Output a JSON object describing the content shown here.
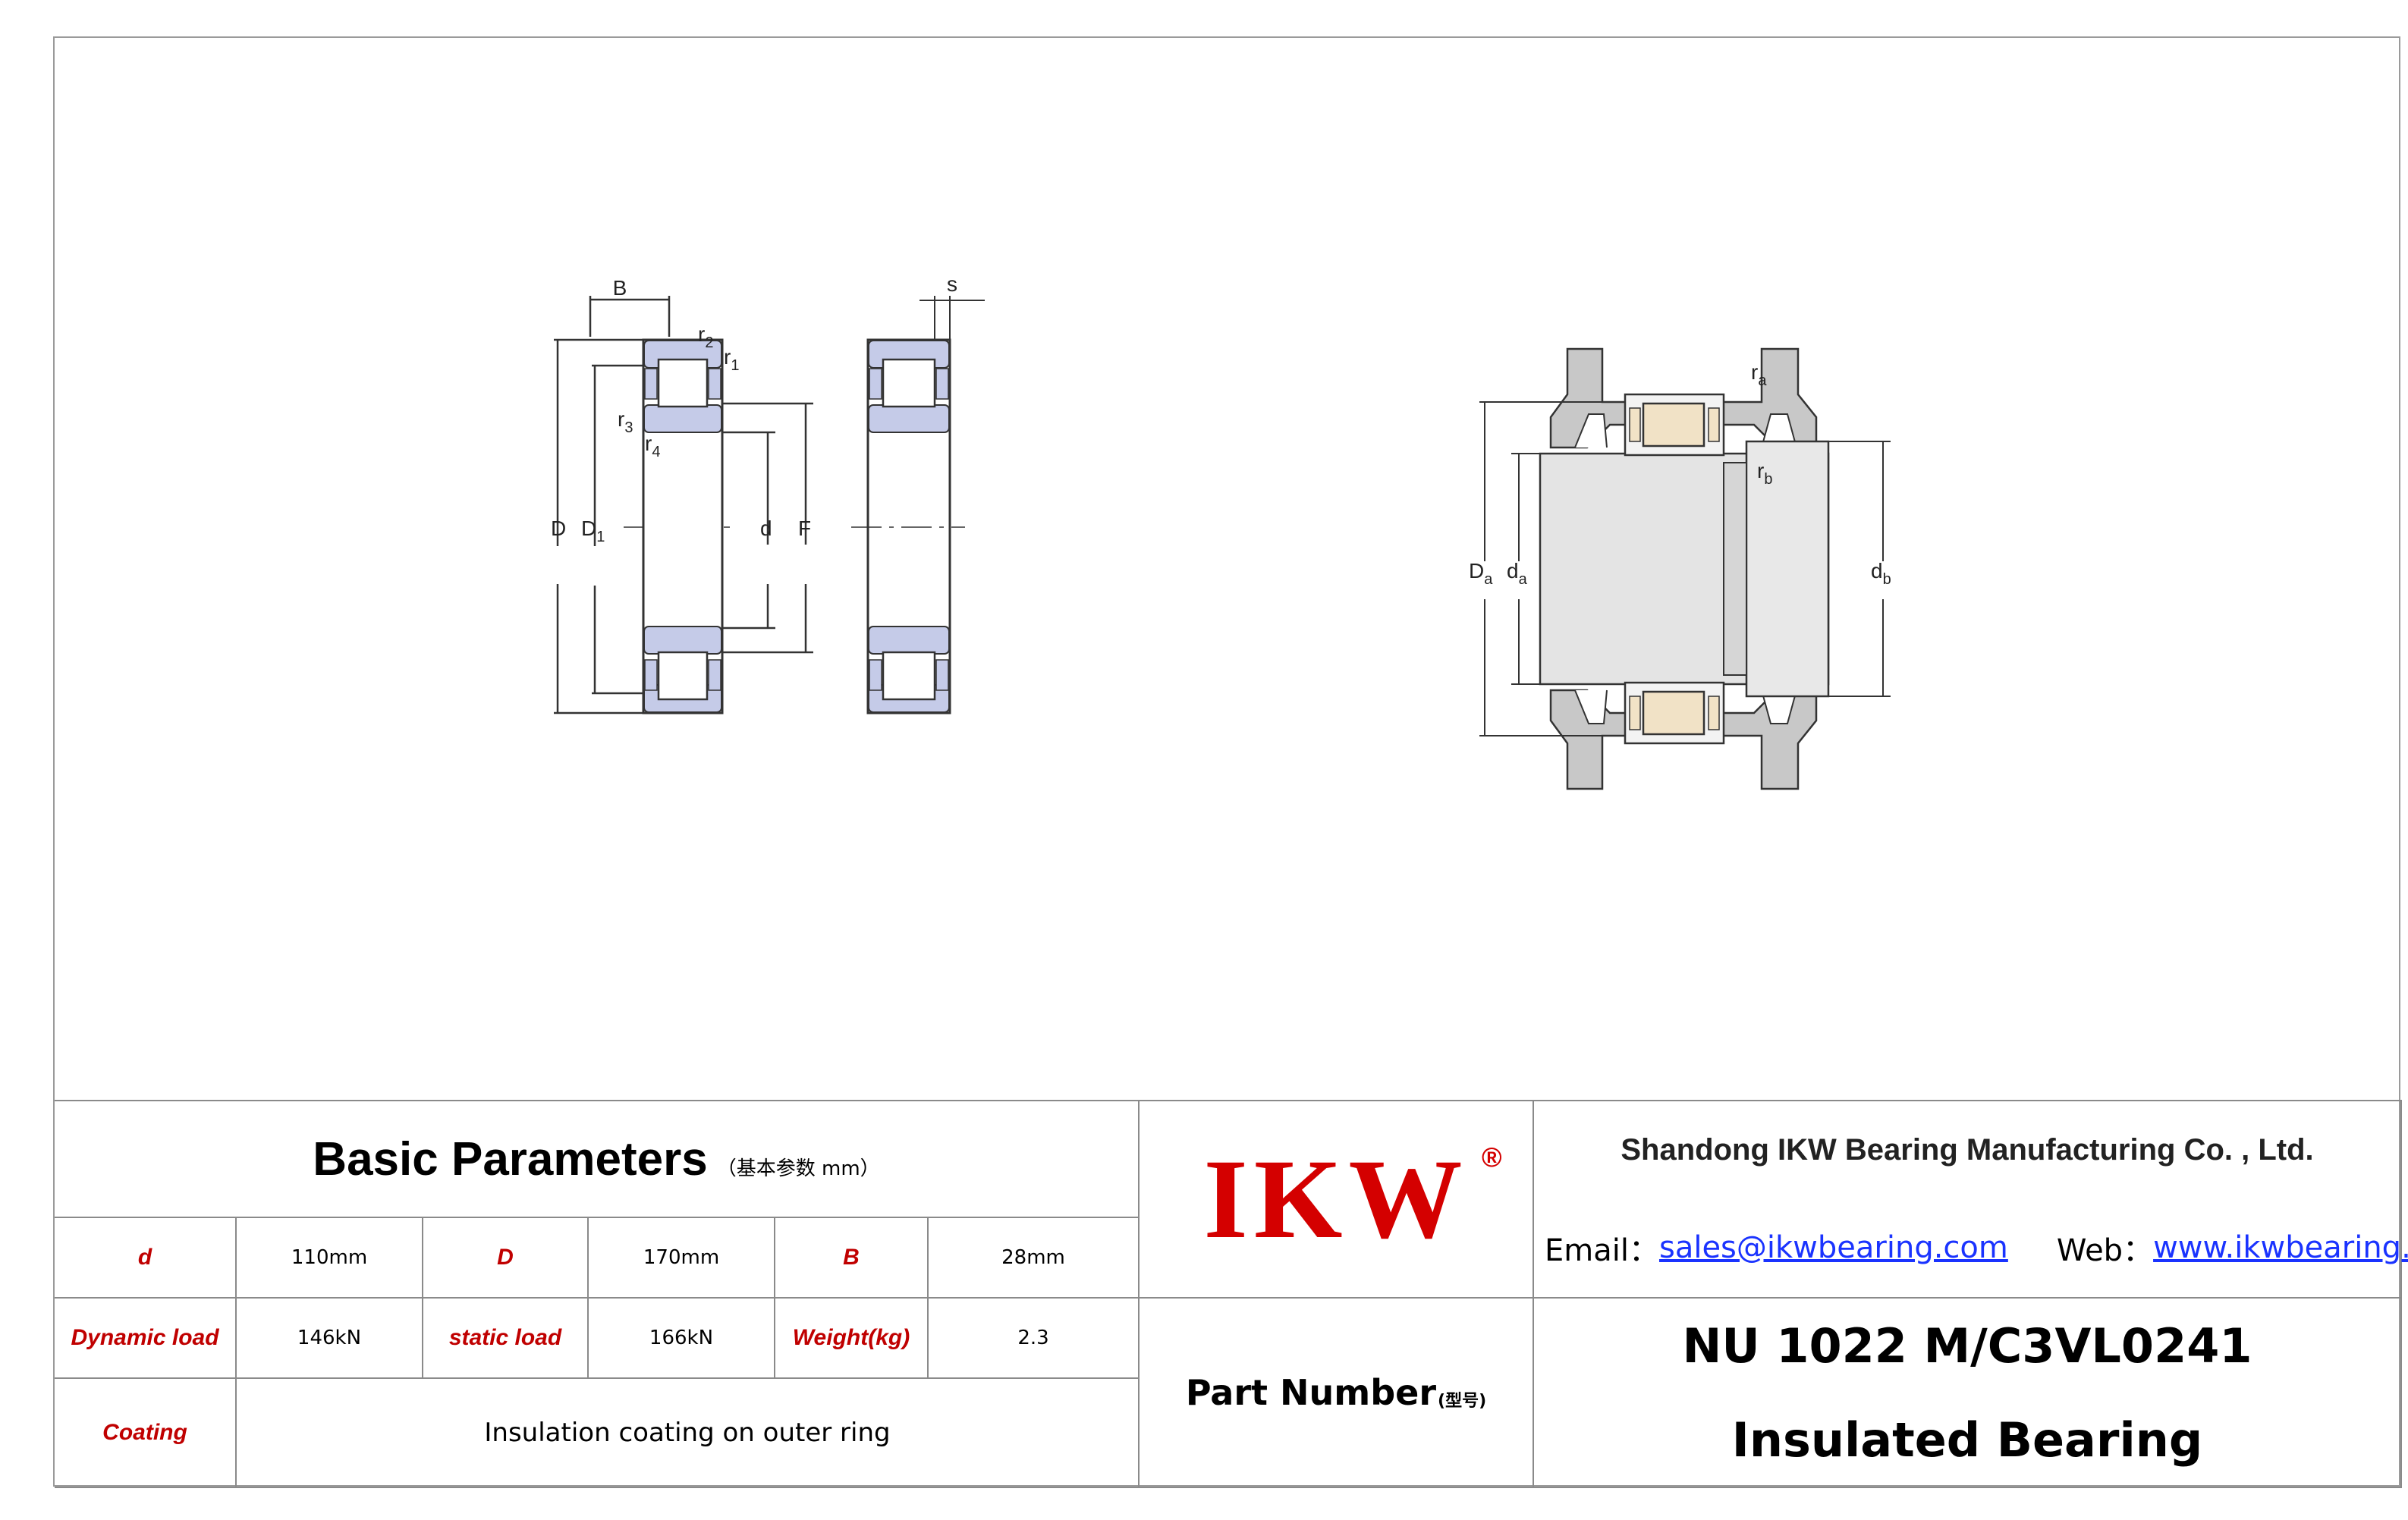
{
  "drawing": {
    "section_labels": {
      "B": "B",
      "r2": "r",
      "r2_sub": "2",
      "r1": "r",
      "r1_sub": "1",
      "r3": "r",
      "r3_sub": "3",
      "r4": "r",
      "r4_sub": "4",
      "D": "D",
      "D1": "D",
      "D1_sub": "1",
      "d": "d",
      "F": "F",
      "s": "s"
    },
    "mounting_labels": {
      "Da": "D",
      "Da_sub": "a",
      "da": "d",
      "da_sub": "a",
      "db": "d",
      "db_sub": "b",
      "ra": "r",
      "ra_sub": "a",
      "rb": "r",
      "rb_sub": "b"
    },
    "colors": {
      "ring_fill": "#c5cbe8",
      "line": "#333333",
      "housing": "#c8c8c8",
      "shaft": "#e4e4e4",
      "roller": "#f1e2c6"
    }
  },
  "title_block": {
    "basic_parameters": {
      "title": "Basic Parameters",
      "subtitle": "（基本参数 mm）"
    },
    "rows": [
      {
        "l1": "d",
        "v1": "110mm",
        "l2": "D",
        "v2": "170mm",
        "l3": "B",
        "v3": "28mm"
      },
      {
        "l1": "Dynamic load",
        "v1": "146kN",
        "l2": "static load",
        "v2": "166kN",
        "l3": "Weight(kg)",
        "v3": "2.3"
      }
    ],
    "coating": {
      "label": "Coating",
      "value": "Insulation coating on outer ring"
    },
    "logo": {
      "text": "IKW",
      "reg": "®",
      "color": "#d40000"
    },
    "company": "Shandong IKW Bearing Manufacturing Co. , Ltd.",
    "email": {
      "label": "Email：",
      "value": "sales@ikwbearing.com"
    },
    "web": {
      "label": "Web：",
      "value": "www.ikwbearing.com"
    },
    "part_number": {
      "label": "Part Number",
      "label_sub": "(型号)",
      "value": "NU 1022 M/C3VL0241",
      "description": "Insulated Bearing"
    }
  }
}
